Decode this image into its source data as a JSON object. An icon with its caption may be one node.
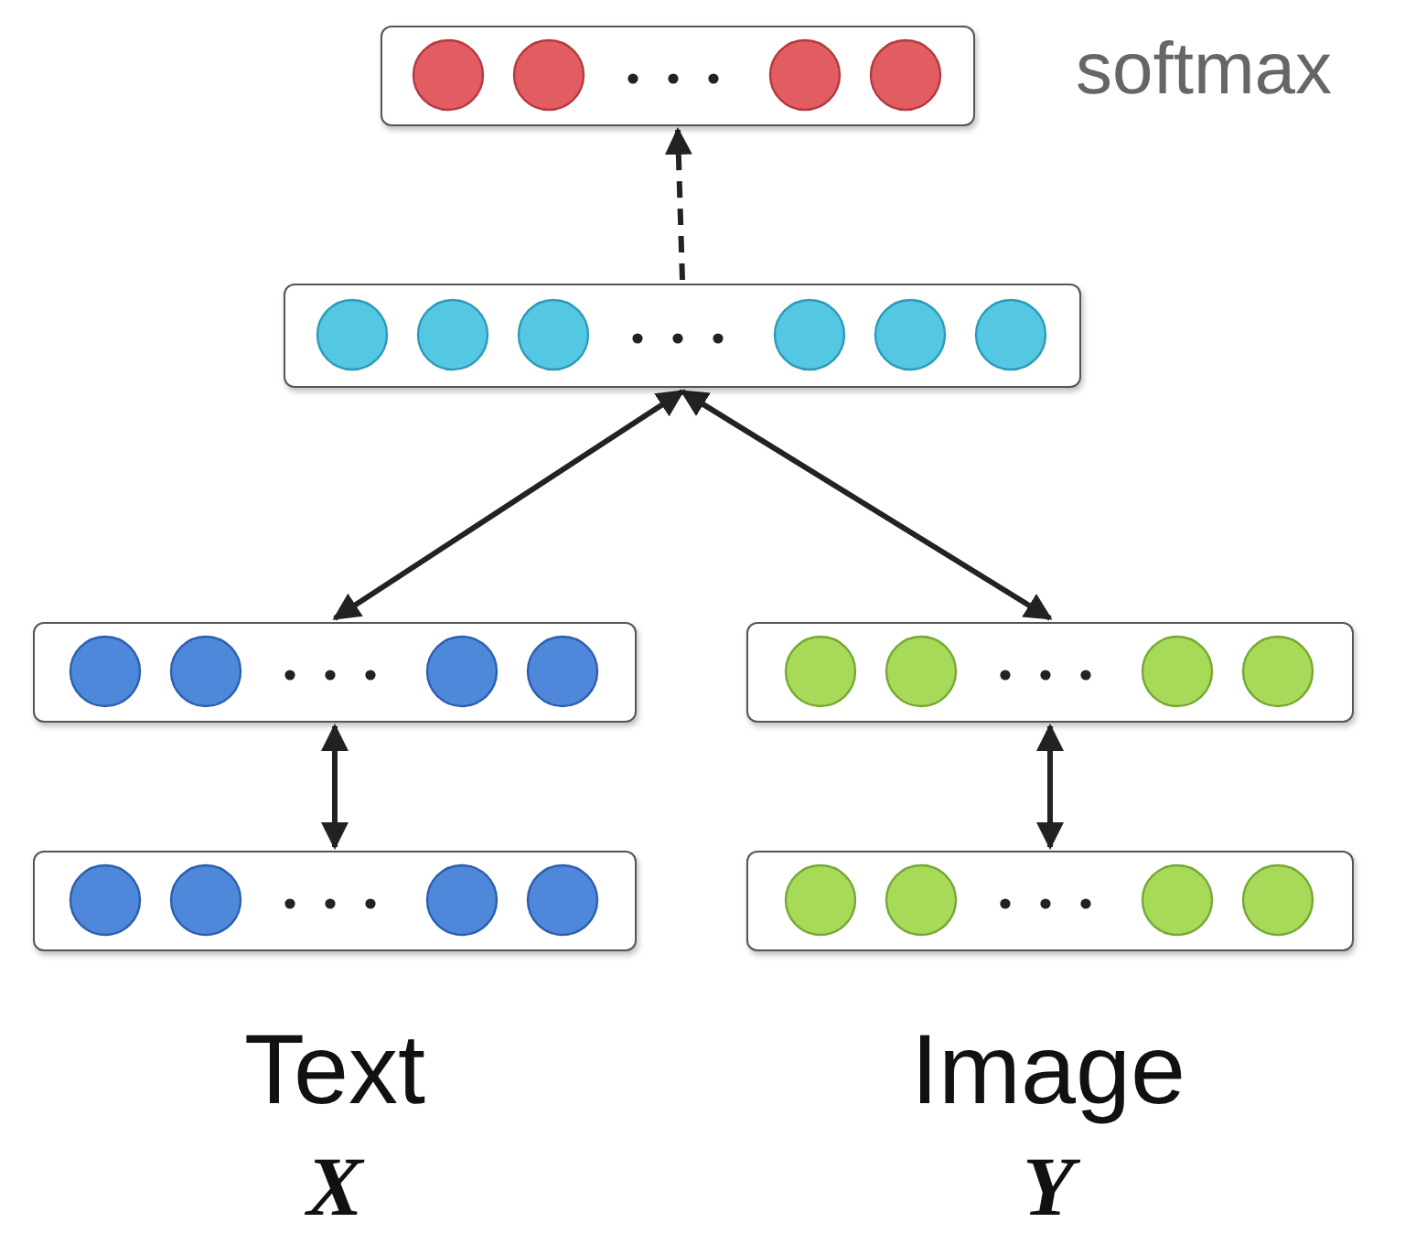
{
  "diagram": {
    "nodes": [
      {
        "text": [],
        "shape": "box",
        "beside": [
          "softmax"
        ]
      },
      {
        "text": [],
        "shape": "box"
      },
      {
        "text": [],
        "shape": "box"
      },
      {
        "text": [],
        "shape": "box"
      },
      {
        "text": [],
        "shape": "box",
        "beside": [
          "Text",
          "X"
        ]
      },
      {
        "text": [],
        "shape": "box",
        "beside": [
          "Image",
          "Y"
        ]
      }
    ],
    "edges": [
      {
        "from": 1,
        "to": 0,
        "arrow": "to",
        "style": "dashed"
      },
      {
        "from": 1,
        "to": 2,
        "arrow": "both"
      },
      {
        "from": 1,
        "to": 3,
        "arrow": "both"
      },
      {
        "from": 2,
        "to": 4,
        "arrow": "both"
      },
      {
        "from": 3,
        "to": 5,
        "arrow": "both"
      }
    ]
  }
}
